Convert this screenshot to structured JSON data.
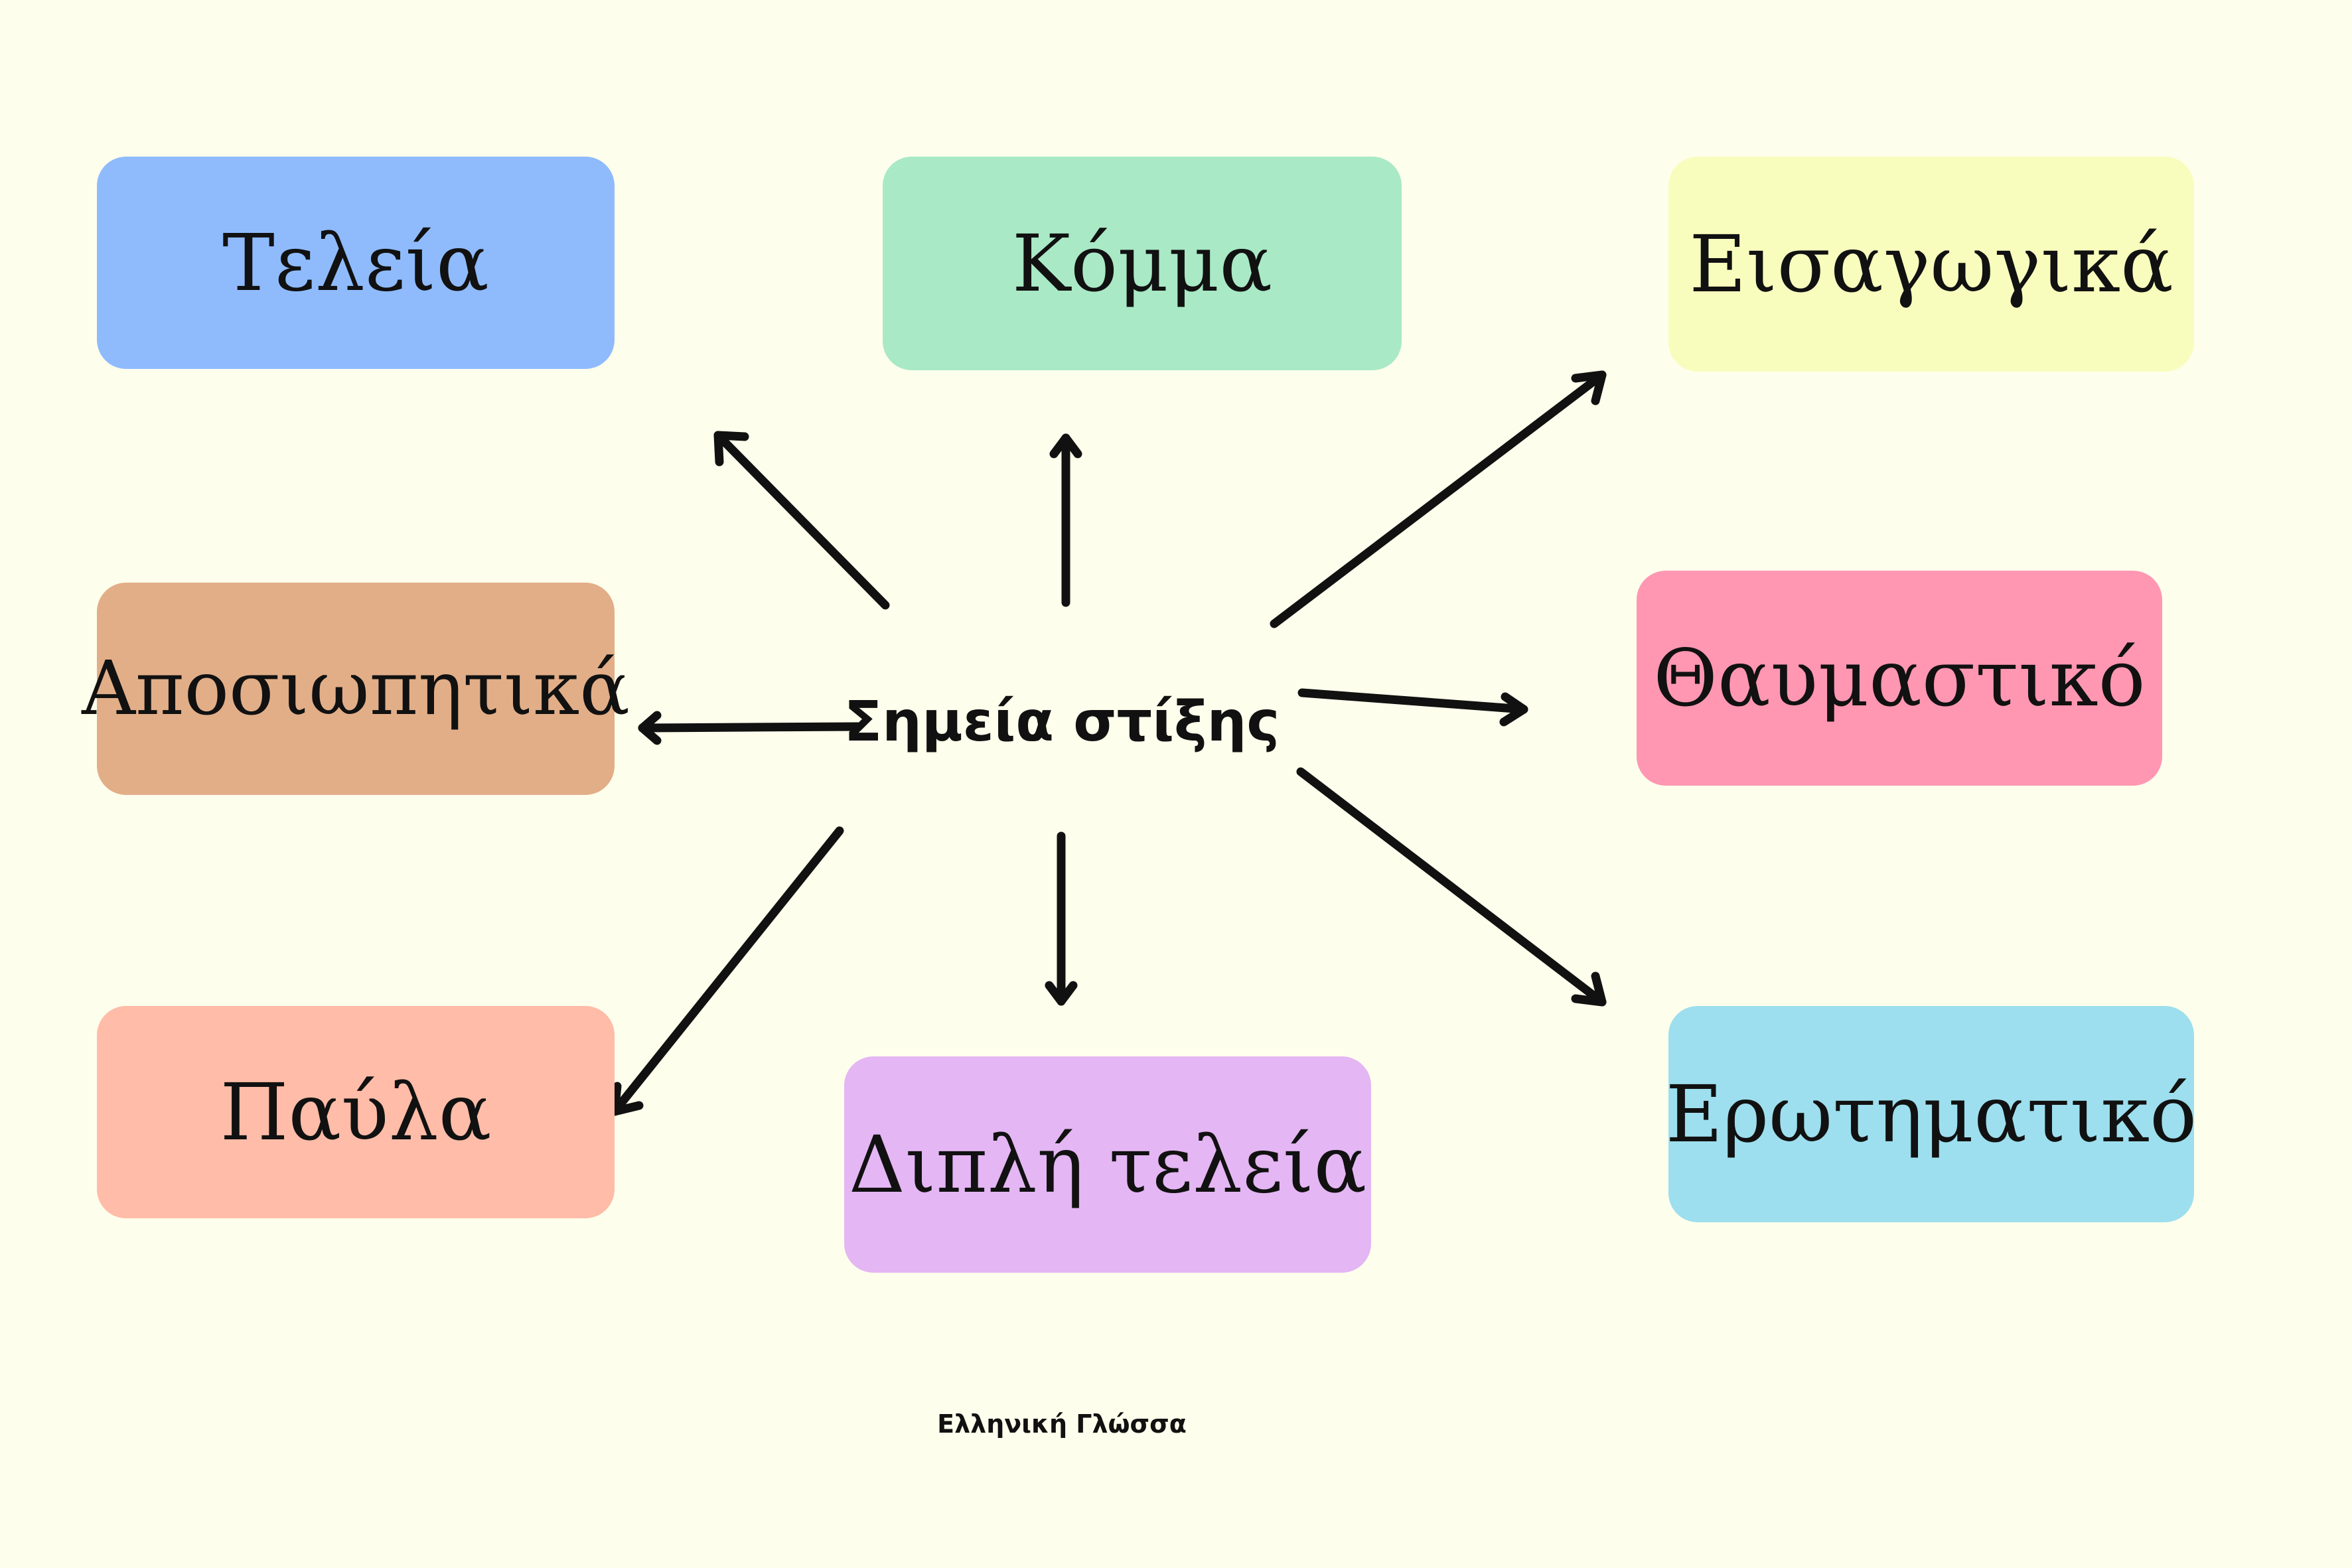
{
  "center_title": "Σημεία στίξης",
  "footer_text": "Ελληνική Γλώσσα",
  "boxes": [
    {
      "label": "Τελεία",
      "color": "#8fbbfd"
    },
    {
      "label": "Κόμμα",
      "color": "#a9e9c6"
    },
    {
      "label": "Εισαγωγικά",
      "color": "#f8fdbd"
    },
    {
      "label": "Αποσιωπητικά",
      "color": "#e2ae88"
    },
    {
      "label": "Θαυμαστικό",
      "color": "#ff97b2"
    },
    {
      "label": "Παύλα",
      "color": "#ffbca8"
    },
    {
      "label": "Διπλή τελεία",
      "color": "#e4b6f3"
    },
    {
      "label": "Ερωτηματικό",
      "color": "#9ddfee"
    }
  ]
}
